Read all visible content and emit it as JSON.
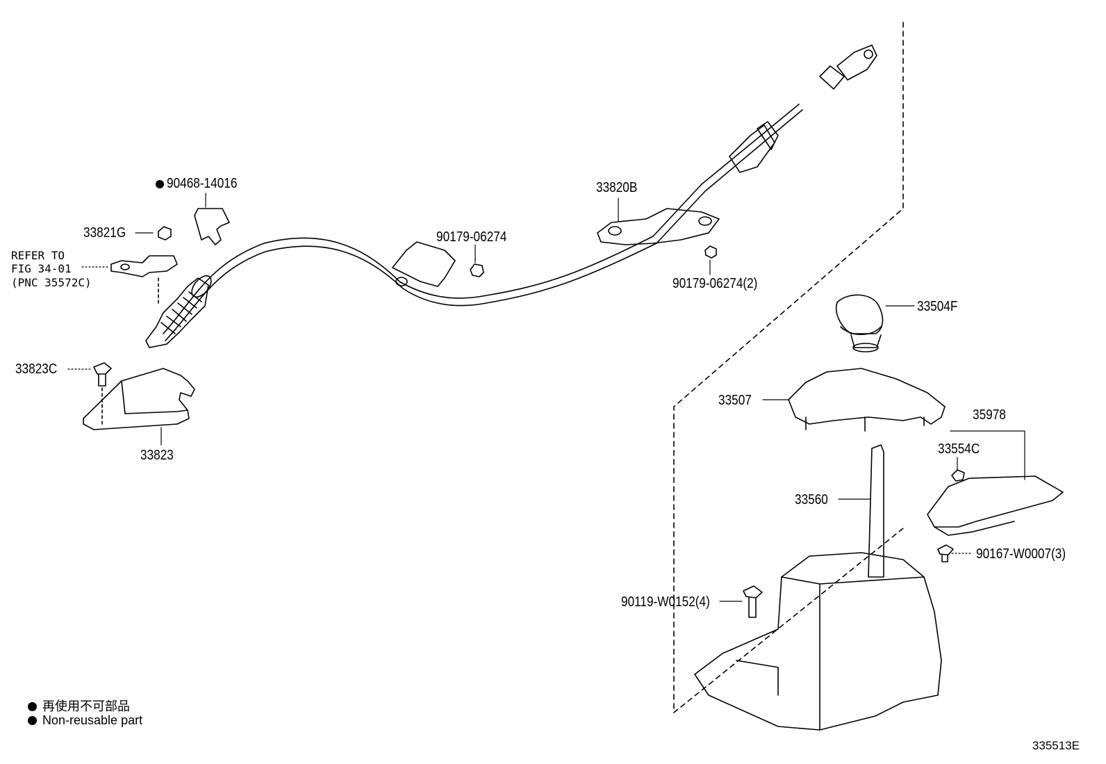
{
  "labels": {
    "p90468": "90468-14016",
    "p33821g": "33821G",
    "refer_1": "REFER TO",
    "refer_2": "FIG 34-01",
    "refer_3": "(PNC 35572C)",
    "p33823c": "33823C",
    "p33823": "33823",
    "p90179a": "90179-06274",
    "p33820b": "33820B",
    "p90179b": "90179-06274(2)",
    "p33504f": "33504F",
    "p33507": "33507",
    "p35978": "35978",
    "p33554c": "33554C",
    "p33560": "33560",
    "p90167": "90167-W0007(3)",
    "p90119": "90119-W0152(4)"
  },
  "legend": {
    "line1": "再使用不可部品",
    "line2": "Non-reusable part"
  },
  "figure_id": "335513E"
}
